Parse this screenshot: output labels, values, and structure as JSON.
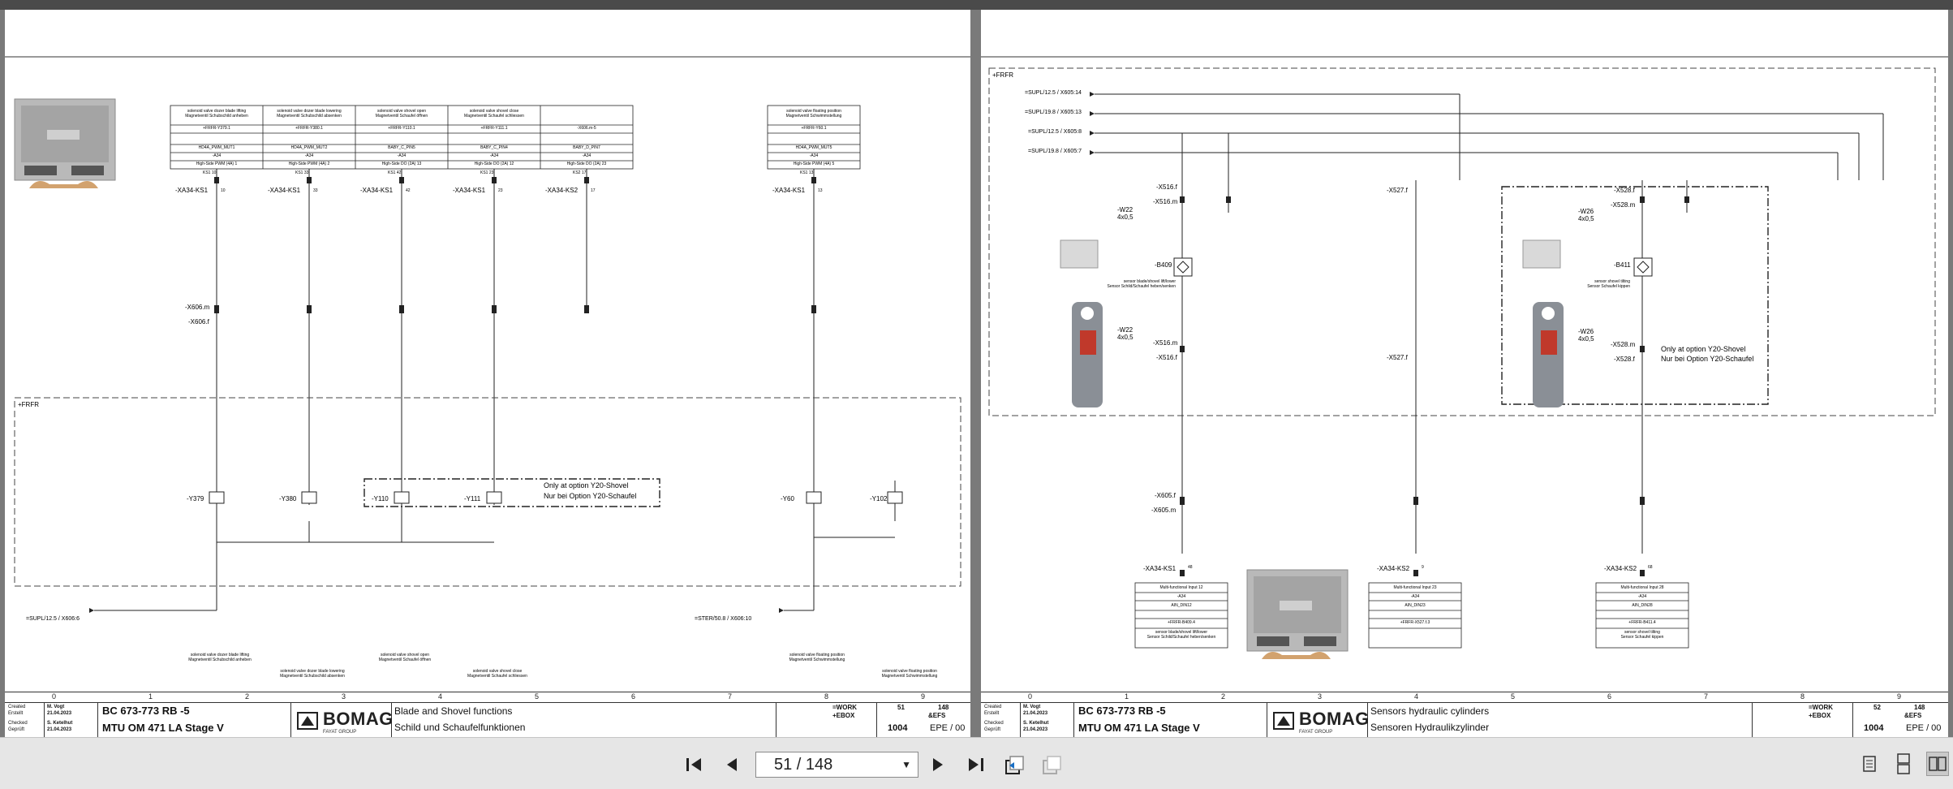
{
  "viewer": {
    "page_current": "51 / 148",
    "nav": {
      "first": "⏮",
      "prev": "◀",
      "next": "▶",
      "last": "⏭"
    }
  },
  "left": {
    "frfr": "+FRFR",
    "table": {
      "headers": [
        "solenoid valve dozer blade lifting\nMagnetventil Schubschild anheben",
        "solenoid valve dozer blade lowering\nMagnetventil Schubschild absenken",
        "solenoid valve shovel open\nMagnetventil Schaufel öffnen",
        "solenoid valve shovel close\nMagnetventil Schaufel schliessen",
        ""
      ],
      "row_ref": [
        "+FRFR-Y379.1",
        "+FRFR-Y380.1",
        "+FRFR-Y110.1",
        "+FRFR-Y111.1",
        "-X606.m-5"
      ],
      "row_sig": [
        "HD4A_PWM_MUT1",
        "HD4A_PWM_MUT2",
        "BABY_C_PIN5",
        "BABY_C_PIN4",
        "BABY_D_PIN7"
      ],
      "row_a34": [
        "-A34",
        "-A34",
        "-A34",
        "-A34",
        "-A34"
      ],
      "row_out": [
        "High-Side PWM (4A) 1",
        "High-Side PWM (4A) 2",
        "High-Side DO (2A) 13",
        "High-Side DO (2A) 12",
        "High-Side DO (2A) 23"
      ],
      "pins": [
        "KS1 10",
        "KS1 33",
        "KS1 42",
        "KS1 23",
        "KS2 17"
      ]
    },
    "table2": {
      "header": "solenoid valve floating position\nMagnetventil Schwimmstellung",
      "ref": "+FRFR-Y60.1",
      "sig": "HD4A_PWM_MUT5",
      "a34": "-A34",
      "out": "High-Side PWM (4A) 5",
      "pin": "KS1 13"
    },
    "conn_labels": [
      "-XA34-KS1",
      "-XA34-KS1",
      "-XA34-KS1",
      "-XA34-KS1",
      "-XA34-KS2",
      "-XA34-KS1"
    ],
    "conn_pins": [
      "10",
      "33",
      "42",
      "23",
      "17",
      "13"
    ],
    "x606m": "-X606.m",
    "x606f": "-X606.f",
    "valves": [
      "-Y379",
      "-Y380",
      "-Y110",
      "-Y111",
      "-Y60",
      "-Y102"
    ],
    "note1": "Only at option Y20-Shovel",
    "note2": "Nur bei Option Y20-Schaufel",
    "ref_left": "=SUPL/12.5 / X606:6",
    "ref_right": "=STER/50.8 / X606:10",
    "bottom_notes": [
      "solenoid valve dozer blade lifting\nMagnetventil Schubschild anheben",
      "solenoid valve dozer blade lowering\nMagnetventil Schubschild absenken",
      "solenoid valve shovel open\nMagnetventil Schaufel öffnen",
      "solenoid valve shovel close\nMagnetventil Schaufel schliessen",
      "solenoid valve floating position\nMagnetventil Schwimmstellung",
      "solenoid valve floating position\nMagnetventil Schwimmstellung"
    ],
    "titleblock": {
      "cols": [
        "0",
        "1",
        "2",
        "3",
        "4",
        "5",
        "6",
        "7",
        "8",
        "9"
      ],
      "created_label": "Created\nErstellt",
      "created_name": "M. Vogt",
      "created_date": "21.04.2023",
      "checked_label": "Checked\nGeprüft",
      "checked_name": "S. Ketelhut",
      "checked_date": "21.04.2023",
      "model": "BC 673-773 RB -5",
      "engine": "MTU OM 471 LA Stage V",
      "logo": "BOMAG",
      "logo_sub": "FAYAT GROUP",
      "title_en": "Blade and Shovel functions",
      "title_de": "Schild und Schaufelfunktionen",
      "function": "=WORK",
      "location": "+EBOX",
      "doctype": "&EFS",
      "page": "51",
      "pages": "148",
      "drawing_no": "1004",
      "rev": "EPE / 00"
    }
  },
  "right": {
    "frfr": "+FRFR",
    "refs": [
      "=SUPL/12.5 / X605:14",
      "=SUPL/19.8 / X605:13",
      "=SUPL/12.5 / X605:8",
      "=SUPL/19.8 / X605:7"
    ],
    "x516f": "-X516.f",
    "x516m": "-X516.m",
    "w22": "-W22\n4x0,5",
    "b409": "-B409",
    "b409_desc": "sensor blade/shovel lift/lower\nSensor Schild/Schaufel heben/senken",
    "b411": "-B411",
    "b411_desc": "sensor shovel tilting\nSensor Schaufel kippen",
    "x527f": "-X527.f",
    "x528f": "-X528.f",
    "x528m": "-X528.m",
    "w26": "-W26\n4x0,5",
    "note1": "Only at option Y20-Shovel",
    "note2": "Nur bei Option Y20-Schaufel",
    "x605f": "-X605.f",
    "x605m": "-X605.m",
    "ks_labels": [
      "-XA34-KS1",
      "-XA34-KS2",
      "-XA34-KS2"
    ],
    "ks_pins": [
      "48",
      "9",
      "68"
    ],
    "inputs": [
      {
        "title": "Multi-functional Input 12",
        "a34": "-A34",
        "sig": "AIN_DIN12",
        "ref": "+FRFR-B409.4",
        "desc": "sensor blade/shovel lift/lower\nSensor Schild/Schaufel heben/senken"
      },
      {
        "title": "Multi-functional Input 23",
        "a34": "-A34",
        "sig": "AIN_DIN23",
        "ref": "+FRFR-X527.f.3",
        "desc": ""
      },
      {
        "title": "Multi-functional Input 28",
        "a34": "-A34",
        "sig": "AIN_DIN28",
        "ref": "+FRFR-B411.4",
        "desc": "sensor shovel tilting\nSensor Schaufel kippen"
      }
    ],
    "titleblock": {
      "cols": [
        "0",
        "1",
        "2",
        "3",
        "4",
        "5",
        "6",
        "7",
        "8",
        "9"
      ],
      "created_label": "Created\nErstellt",
      "created_name": "M. Vogt",
      "created_date": "21.04.2023",
      "checked_label": "Checked\nGeprüft",
      "checked_name": "S. Ketelhut",
      "checked_date": "21.04.2023",
      "model": "BC 673-773 RB -5",
      "engine": "MTU OM 471 LA Stage V",
      "logo": "BOMAG",
      "logo_sub": "FAYAT GROUP",
      "title_en": "Sensors hydraulic cylinders",
      "title_de": "Sensoren Hydraulikzylinder",
      "function": "=WORK",
      "location": "+EBOX",
      "doctype": "&EFS",
      "page": "52",
      "pages": "148",
      "drawing_no": "1004",
      "rev": "EPE / 00"
    }
  },
  "colors": {
    "line": "#222222",
    "frame": "#333333",
    "dash": "#444444",
    "bg": "#ffffff",
    "viewer_bg": "#7a7a7a"
  }
}
